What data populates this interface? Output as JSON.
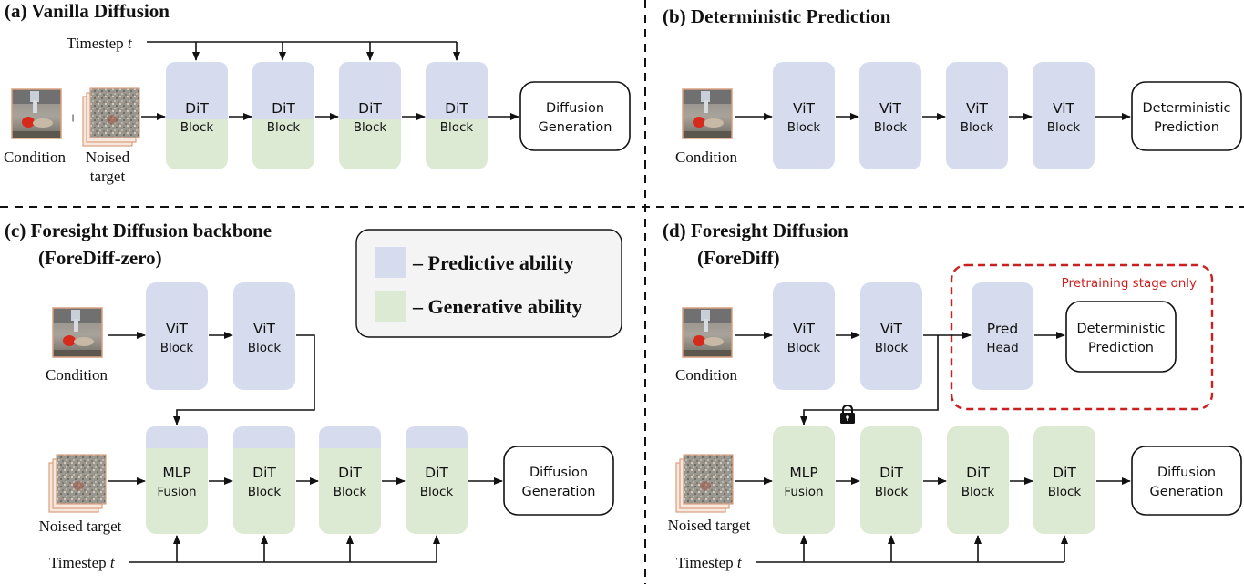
{
  "panels": {
    "a": {
      "title": "(a) Vanilla Diffusion",
      "timestep": "Timestep",
      "t": "t",
      "condition": "Condition",
      "noised_line1": "Noised",
      "noised_line2": "target",
      "plus": "+",
      "blocks": [
        {
          "main": "DiT",
          "sub": "Block"
        },
        {
          "main": "DiT",
          "sub": "Block"
        },
        {
          "main": "DiT",
          "sub": "Block"
        },
        {
          "main": "DiT",
          "sub": "Block"
        }
      ],
      "output_line1": "Diffusion",
      "output_line2": "Generation"
    },
    "b": {
      "title": "(b) Deterministic Prediction",
      "condition": "Condition",
      "blocks": [
        {
          "main": "ViT",
          "sub": "Block"
        },
        {
          "main": "ViT",
          "sub": "Block"
        },
        {
          "main": "ViT",
          "sub": "Block"
        },
        {
          "main": "ViT",
          "sub": "Block"
        }
      ],
      "output_line1": "Deterministic",
      "output_line2": "Prediction"
    },
    "c": {
      "title_line1": "(c) Foresight Diffusion backbone",
      "title_line2": "(ForeDiff-zero)",
      "condition": "Condition",
      "noised": "Noised target",
      "timestep": "Timestep",
      "t": "t",
      "top_blocks": [
        {
          "main": "ViT",
          "sub": "Block"
        },
        {
          "main": "ViT",
          "sub": "Block"
        }
      ],
      "bottom_blocks": [
        {
          "main": "MLP",
          "sub": "Fusion"
        },
        {
          "main": "DiT",
          "sub": "Block"
        },
        {
          "main": "DiT",
          "sub": "Block"
        },
        {
          "main": "DiT",
          "sub": "Block"
        }
      ],
      "output_line1": "Diffusion",
      "output_line2": "Generation"
    },
    "d": {
      "title_line1": "(d) Foresight Diffusion",
      "title_line2": "(ForeDiff)",
      "condition": "Condition",
      "noised": "Noised target",
      "timestep": "Timestep",
      "t": "t",
      "pretraining": "Pretraining stage only",
      "top_blocks": [
        {
          "main": "ViT",
          "sub": "Block"
        },
        {
          "main": "ViT",
          "sub": "Block"
        }
      ],
      "head": {
        "main": "Pred",
        "sub": "Head"
      },
      "head_output_line1": "Deterministic",
      "head_output_line2": "Prediction",
      "bottom_blocks": [
        {
          "main": "MLP",
          "sub": "Fusion"
        },
        {
          "main": "DiT",
          "sub": "Block"
        },
        {
          "main": "DiT",
          "sub": "Block"
        },
        {
          "main": "DiT",
          "sub": "Block"
        }
      ],
      "output_line1": "Diffusion",
      "output_line2": "Generation"
    }
  },
  "legend": {
    "predictive": "– Predictive ability",
    "generative": "– Generative ability"
  },
  "colors": {
    "predictive": "#d6dcee",
    "generative": "#dce9d3",
    "pretraining_border": "#cc1f1f",
    "output_box_border": "#111111"
  },
  "icons": [
    "lock-icon",
    "condition-image-icon",
    "noised-target-image-icon"
  ]
}
